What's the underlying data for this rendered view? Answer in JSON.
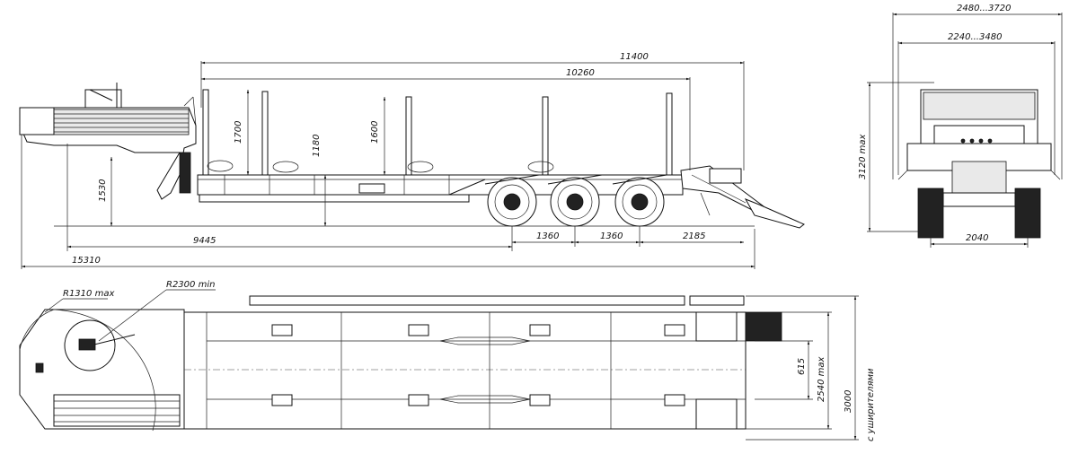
{
  "side_view": {
    "dims": {
      "overall_length": "11400",
      "deck_length": "10260",
      "stake_height": "1700",
      "deck_height": "1180",
      "stake_height_mid": "1600",
      "coupling_height": "1530",
      "kingpin_to_axles": "9445",
      "axle_spacing_1": "1360",
      "axle_spacing_2": "1360",
      "rear_overhang": "2185",
      "total_length": "15310"
    }
  },
  "rear_view": {
    "dims": {
      "max_width": "2480...3720",
      "inner_width": "2240...3480",
      "max_height": "3120 max",
      "track": "2040"
    }
  },
  "top_view": {
    "dims": {
      "front_radius": "R1310 max",
      "turn_radius": "R2300 min",
      "ramp_gap": "615",
      "width_max": "2540 max",
      "width_with_extenders": "3000",
      "extenders_note": "с уширителями"
    }
  }
}
